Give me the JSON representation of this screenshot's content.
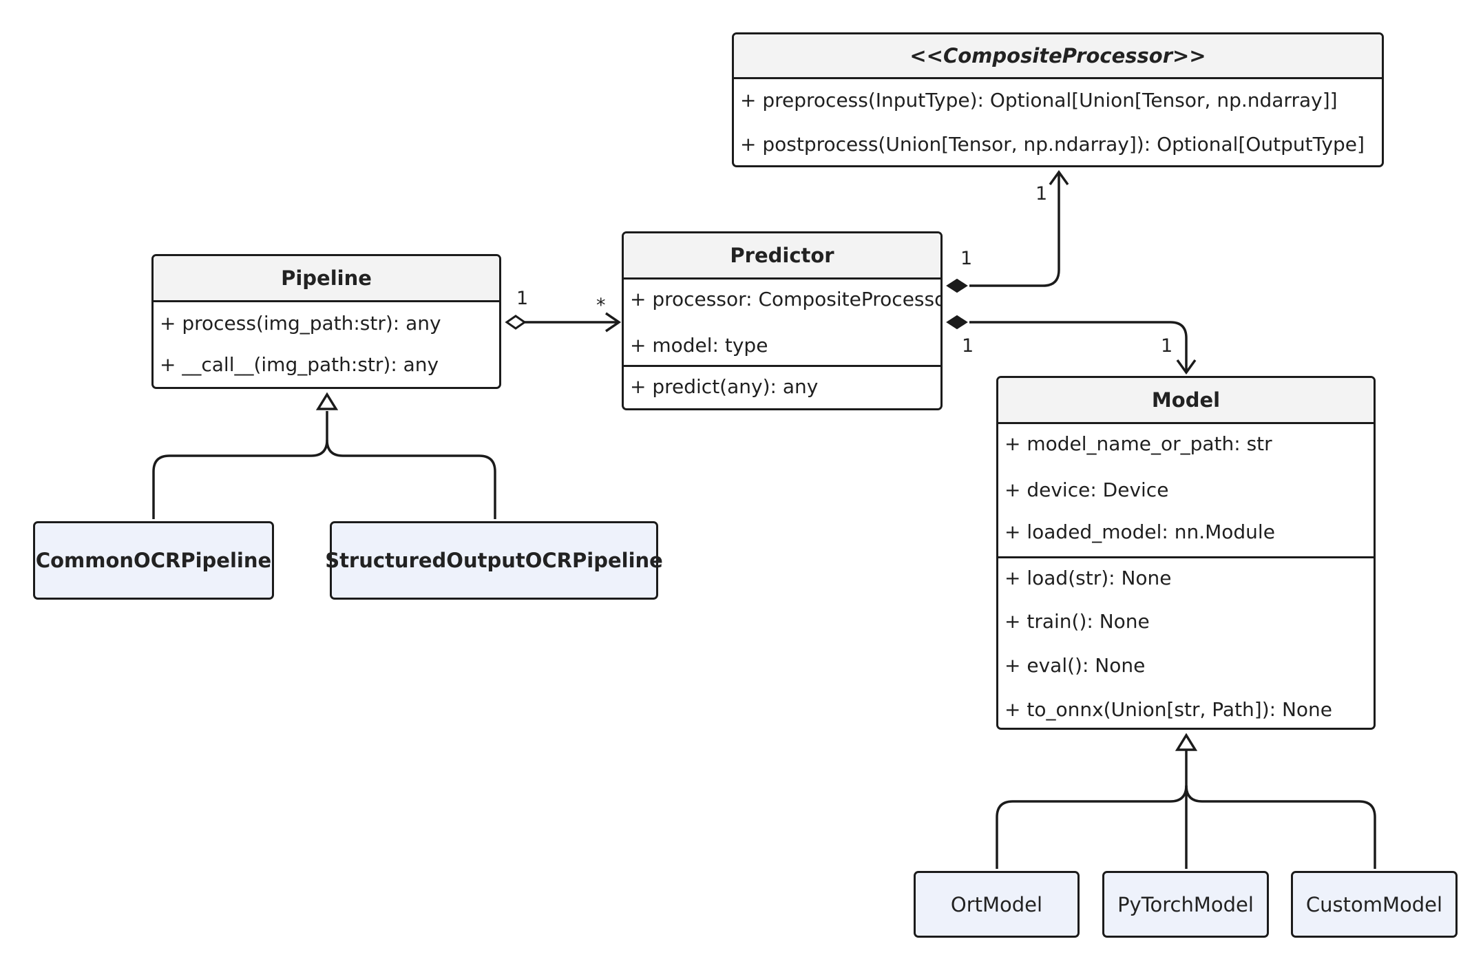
{
  "composite_processor": {
    "name": "<<CompositeProcessor>>",
    "methods": [
      "+ preprocess(InputType): Optional[Union[Tensor, np.ndarray]]",
      "+ postprocess(Union[Tensor, np.ndarray]): Optional[OutputType]"
    ]
  },
  "pipeline": {
    "name": "Pipeline",
    "methods": [
      "+ process(img_path:str): any",
      "+ __call__(img_path:str): any"
    ]
  },
  "predictor": {
    "name": "Predictor",
    "attributes": [
      "+ processor: CompositeProcessor",
      "+ model: type"
    ],
    "methods": [
      "+ predict(any): any"
    ]
  },
  "model": {
    "name": "Model",
    "attributes": [
      "+ model_name_or_path: str",
      "+ device: Device",
      "+ loaded_model: nn.Module"
    ],
    "methods": [
      "+ load(str): None",
      "+ train(): None",
      "+ eval(): None",
      "+ to_onnx(Union[str, Path]): None"
    ]
  },
  "pipeline_subclasses": [
    "CommonOCRPipeline",
    "StructuredOutputOCRPipeline"
  ],
  "model_subclasses": [
    "OrtModel",
    "PyTorchModel",
    "CustomModel"
  ],
  "multiplicities": {
    "pipeline_predictor_source": "1",
    "pipeline_predictor_target": "*",
    "predictor_processor_source": "1",
    "predictor_processor_target": "1",
    "predictor_model_source": "1",
    "predictor_model_target": "1"
  },
  "colors": {
    "line": "#1b1b1b",
    "header_fill": "#f3f3f3",
    "subclass_fill": "#eef2fb"
  }
}
